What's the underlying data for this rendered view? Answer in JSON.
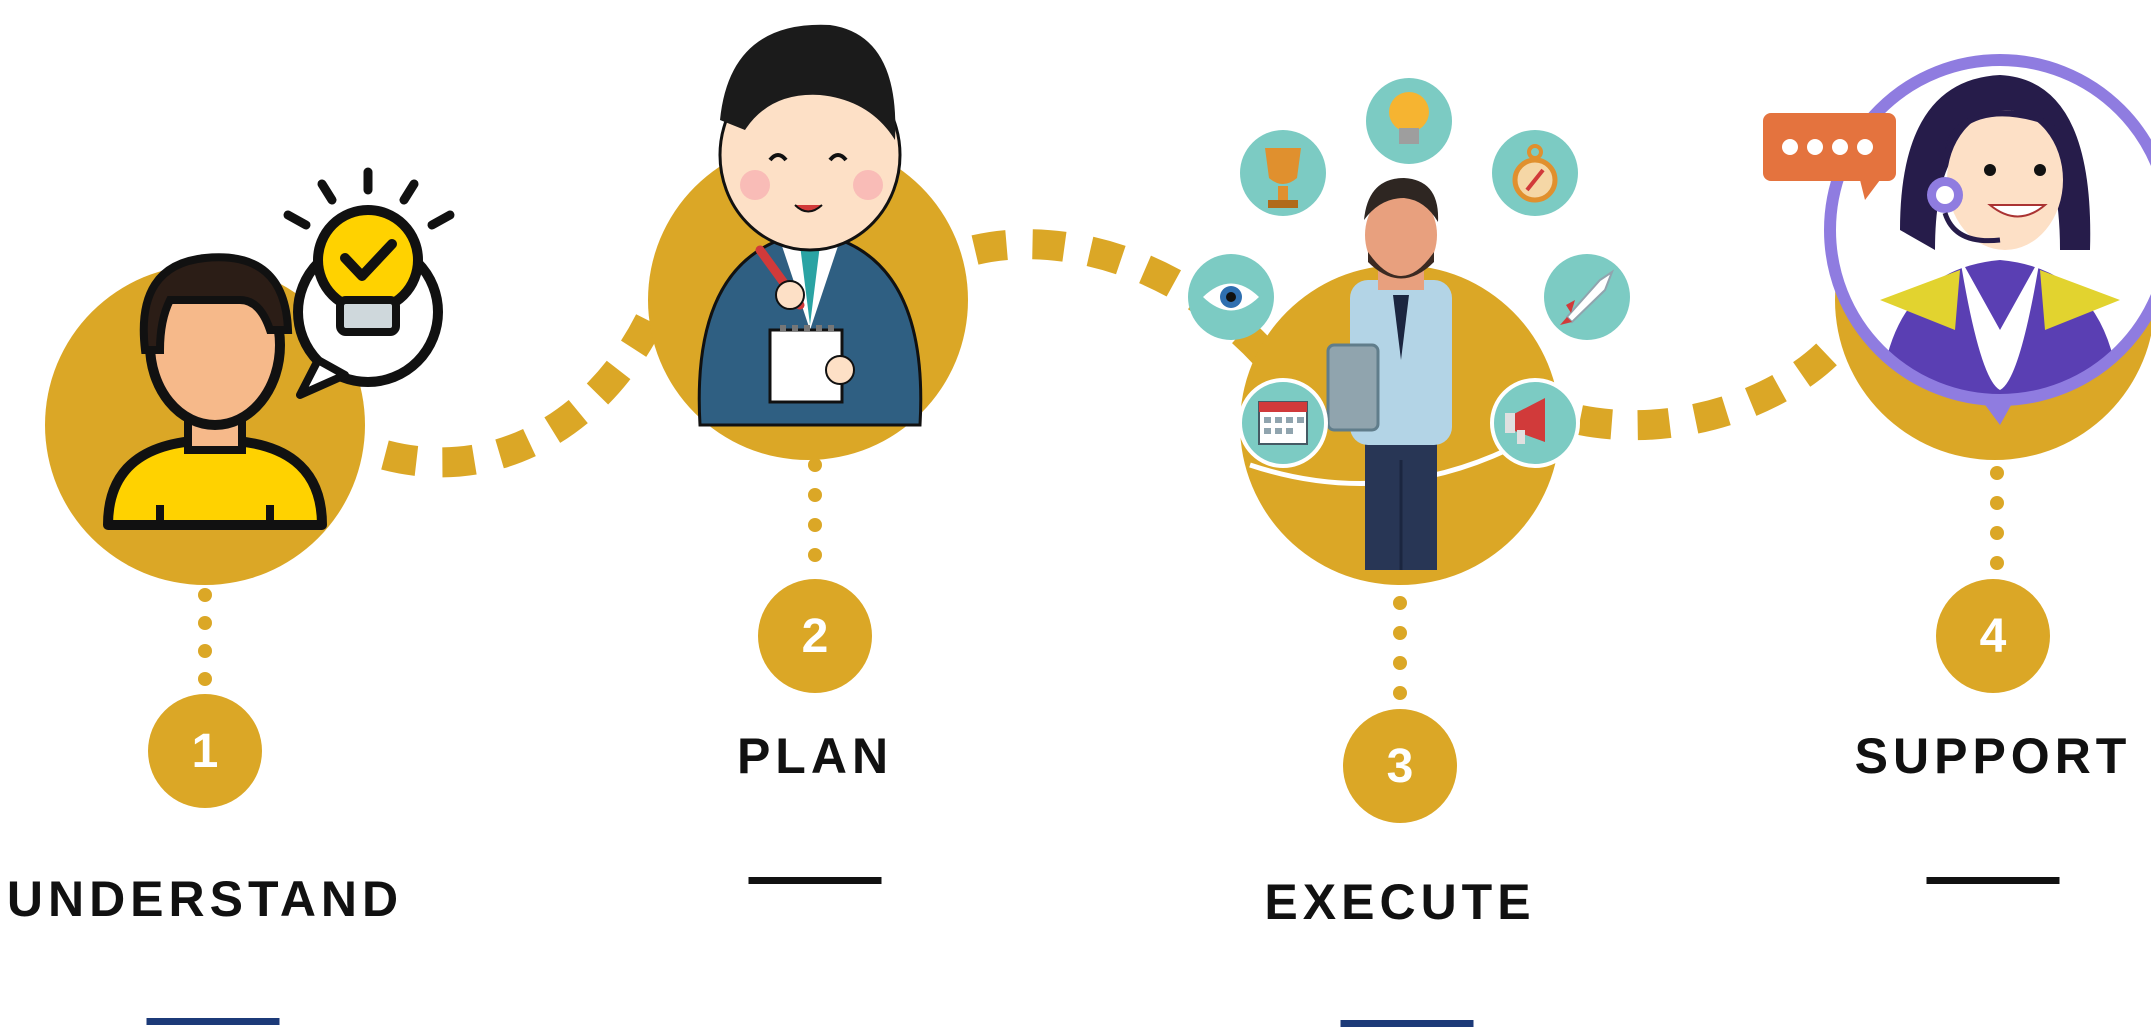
{
  "colors": {
    "gold": "#dba726",
    "teal": "#7ccbc3",
    "purple": "#8f7ce0",
    "navy": "#1c3a78",
    "black": "#111111",
    "orange": "#e4733e"
  },
  "steps": [
    {
      "number": "1",
      "label": "UNDERSTAND",
      "underline_color": "navy",
      "icon": "person-lightbulb-icon"
    },
    {
      "number": "2",
      "label": "PLAN",
      "underline_color": "black",
      "icon": "businessman-notepad-icon"
    },
    {
      "number": "3",
      "label": "EXECUTE",
      "underline_color": "navy",
      "icon": "manager-tablet-icon"
    },
    {
      "number": "4",
      "label": "SUPPORT",
      "underline_color": "black",
      "icon": "support-agent-headset-icon"
    }
  ],
  "execute_orbit_icons": [
    "trophy-icon",
    "lightbulb-icon",
    "compass-icon",
    "eye-icon",
    "rocket-icon",
    "calendar-icon",
    "megaphone-icon"
  ],
  "support_bubble_icon": "chat-bubble-icon"
}
